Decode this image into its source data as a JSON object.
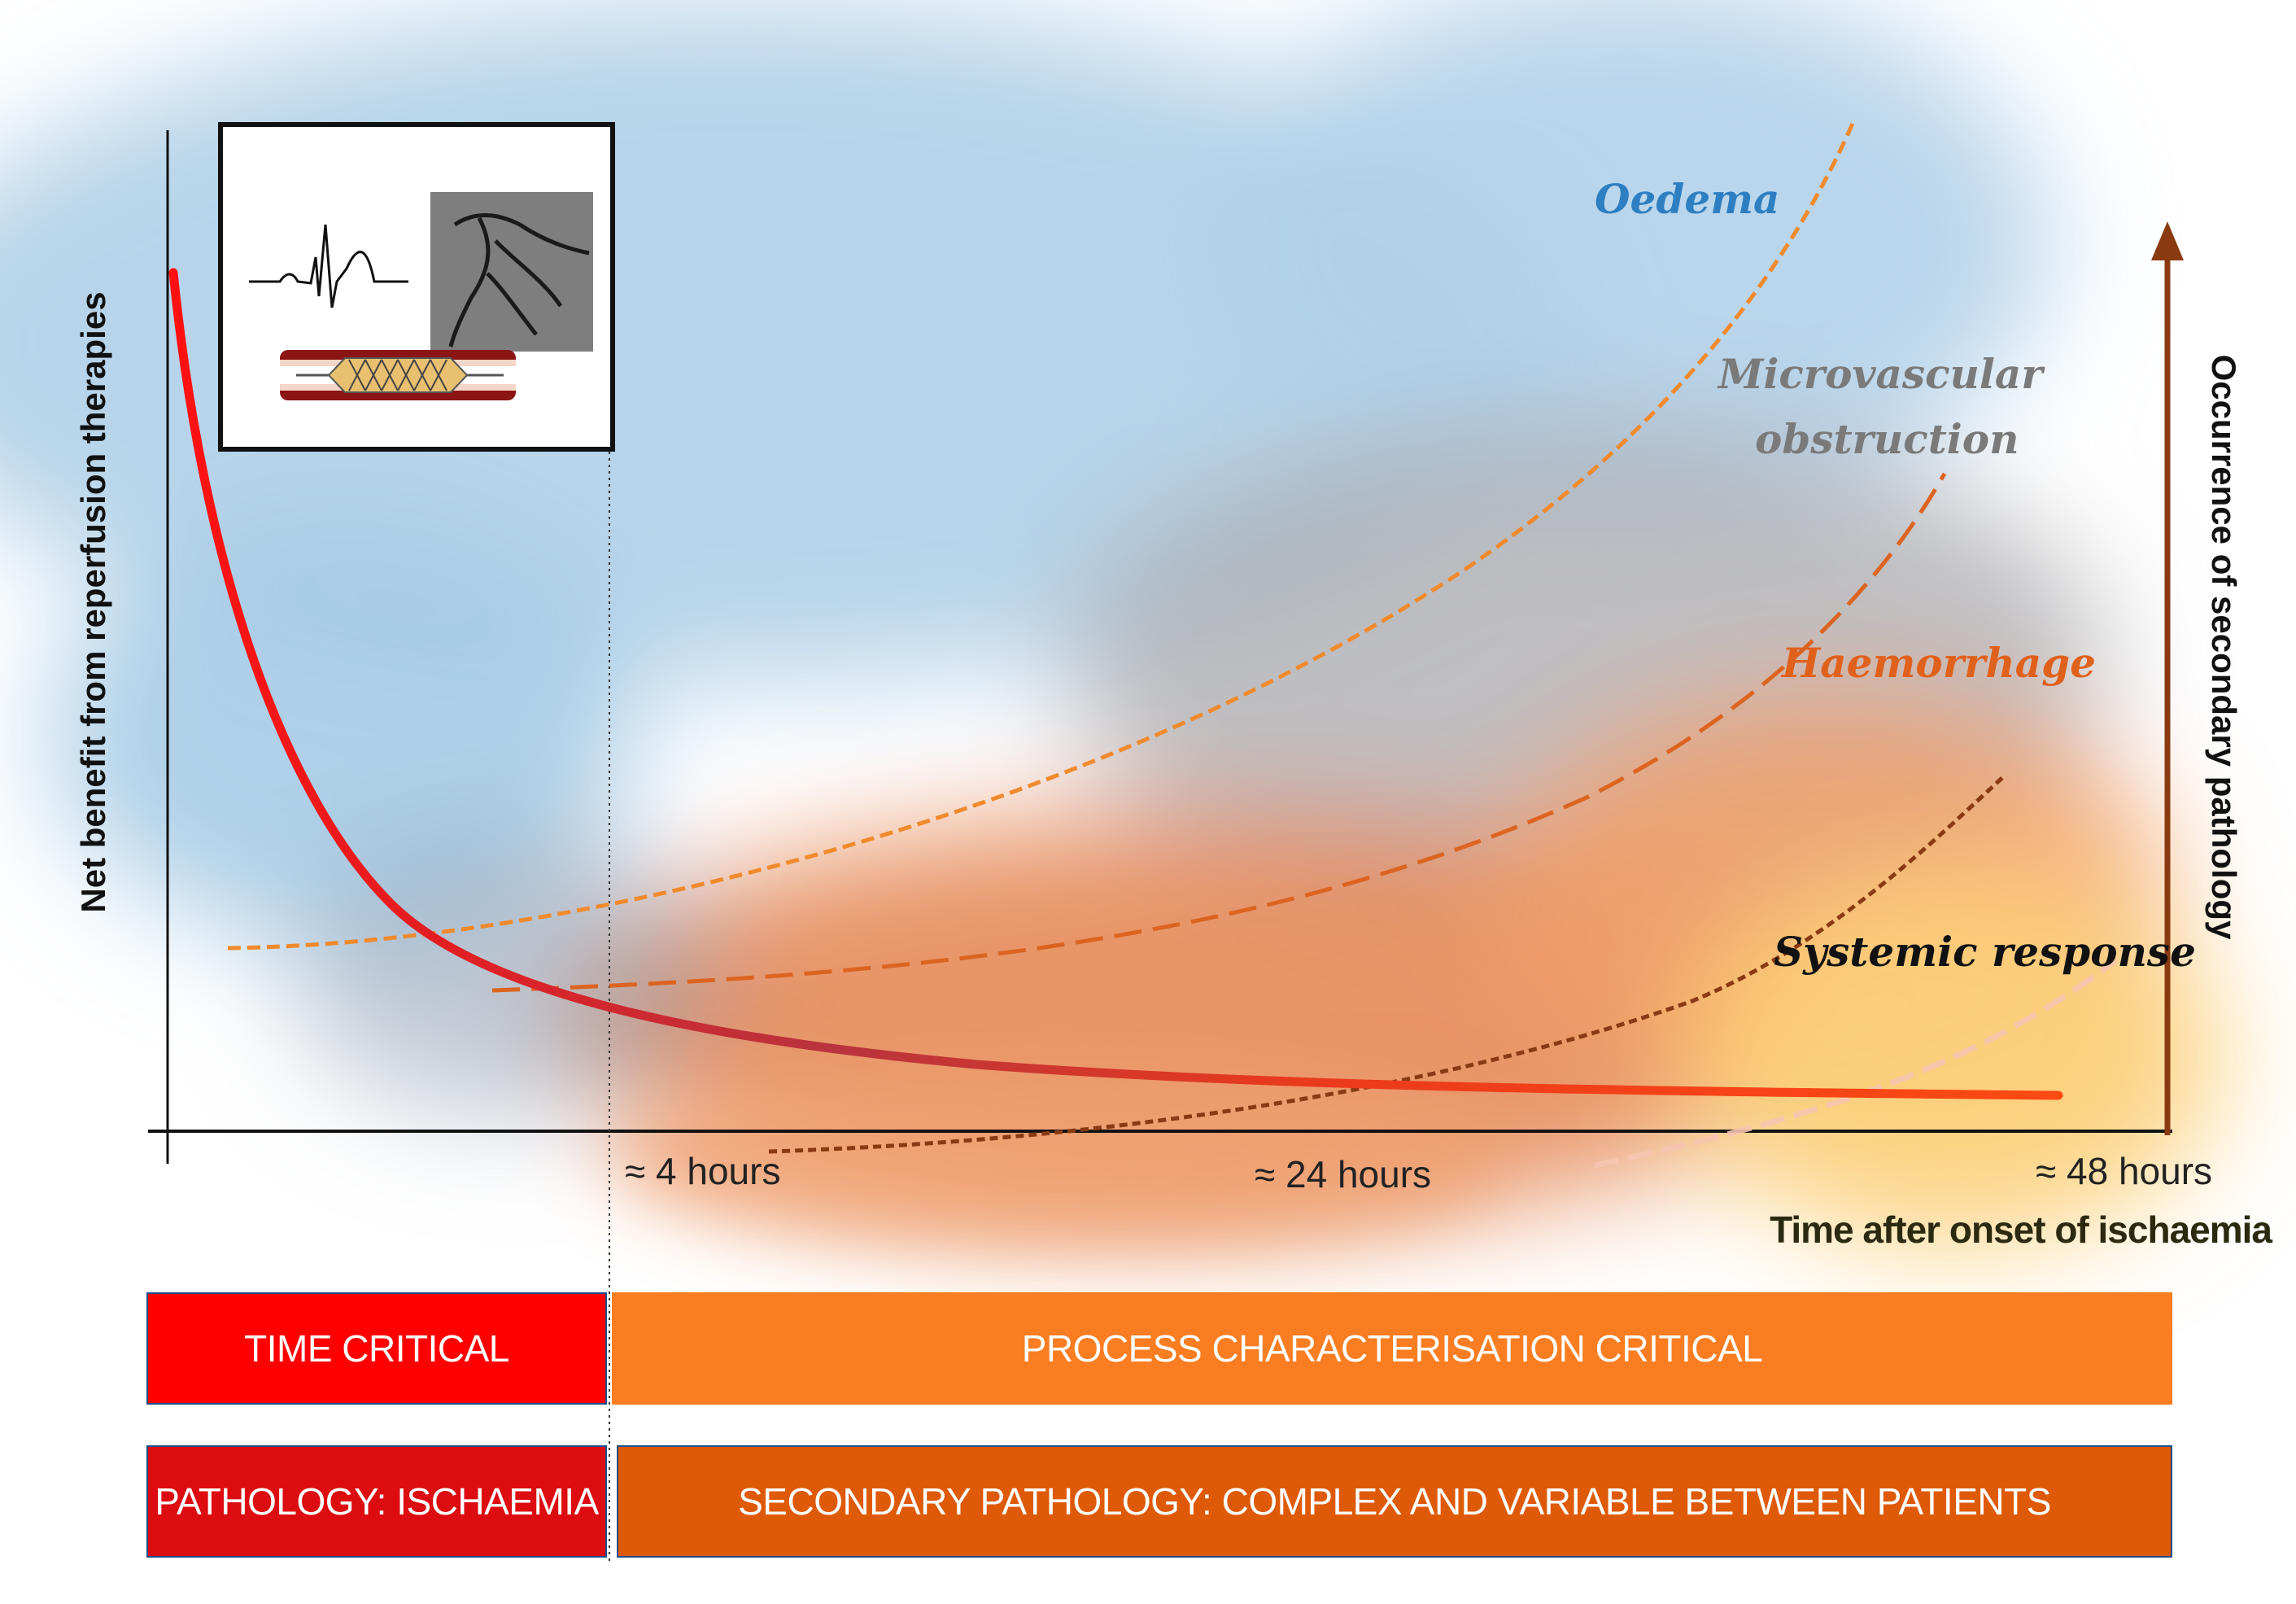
{
  "axes": {
    "y_left_label": "Net benefit from reperfusion therapies",
    "y_right_label": "Occurrence  of secondary pathology",
    "x_label": "Time after onset of ischaemia",
    "x_ticks": [
      "≈ 4 hours",
      "≈ 24 hours",
      "≈ 48 hours"
    ]
  },
  "processes": [
    {
      "label": "Oedema",
      "color": "#2e7fc2"
    },
    {
      "label": "Microvascular",
      "color": "#7a7a7a"
    },
    {
      "label": "obstruction",
      "color": "#7a7a7a"
    },
    {
      "label": "Haemorrhage",
      "color": "#e0611c"
    },
    {
      "label": "Systemic response",
      "color": "#111111"
    }
  ],
  "bars": {
    "row1": {
      "left": "TIME CRITICAL",
      "right": "PROCESS CHARACTERISATION CRITICAL"
    },
    "row2": {
      "left": "PATHOLOGY: ISCHAEMIA",
      "right": "SECONDARY PATHOLOGY: COMPLEX AND VARIABLE BETWEEN PATIENTS"
    }
  },
  "colors": {
    "benefit_curve": "#ee1c1c",
    "oedema_curve": "#f08a2c",
    "mvo_curve": "#dc6420",
    "haemorrhage_curve": "#8a3a12",
    "systemic_curve": "#f7c4b0",
    "time_critical_bar": "#ff0000",
    "process_bar": "#fa7d22",
    "ischaemia_bar": "#dc0c10",
    "secondary_bar": "#de5a08",
    "arrow": "#8a3a10"
  },
  "icons": [
    "ecg-trace-icon",
    "angiogram-image",
    "stent-icon"
  ]
}
